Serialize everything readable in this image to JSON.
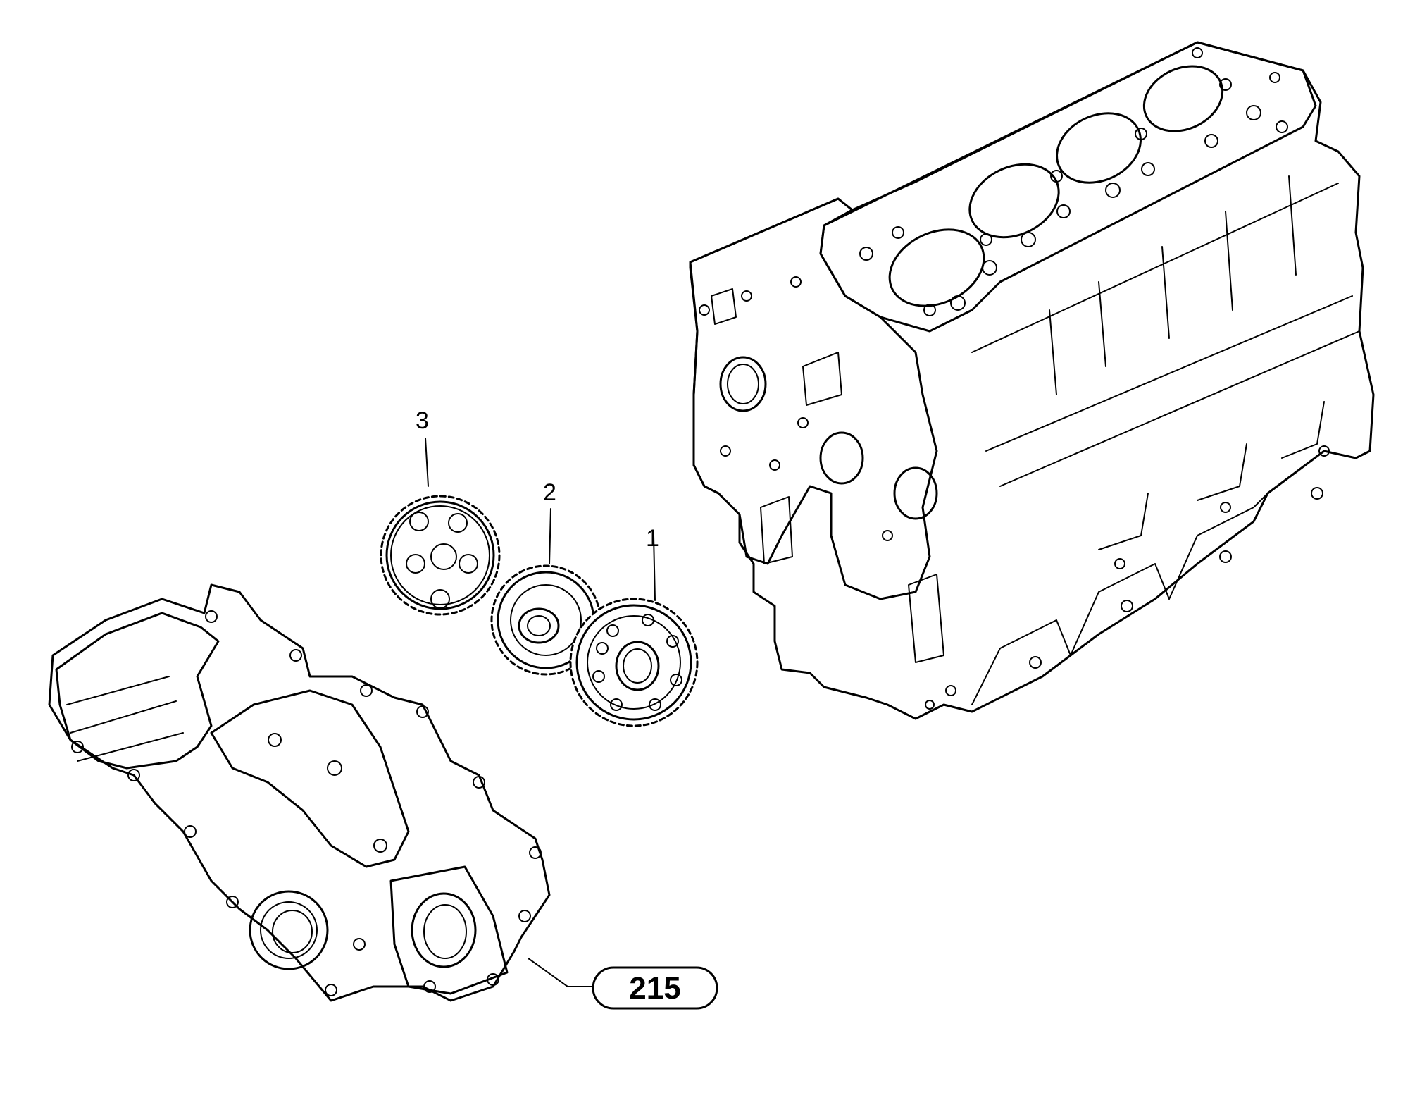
{
  "callouts": {
    "gear_1": "1",
    "gear_2": "2",
    "gear_3": "3"
  },
  "reference": {
    "label": "215"
  }
}
